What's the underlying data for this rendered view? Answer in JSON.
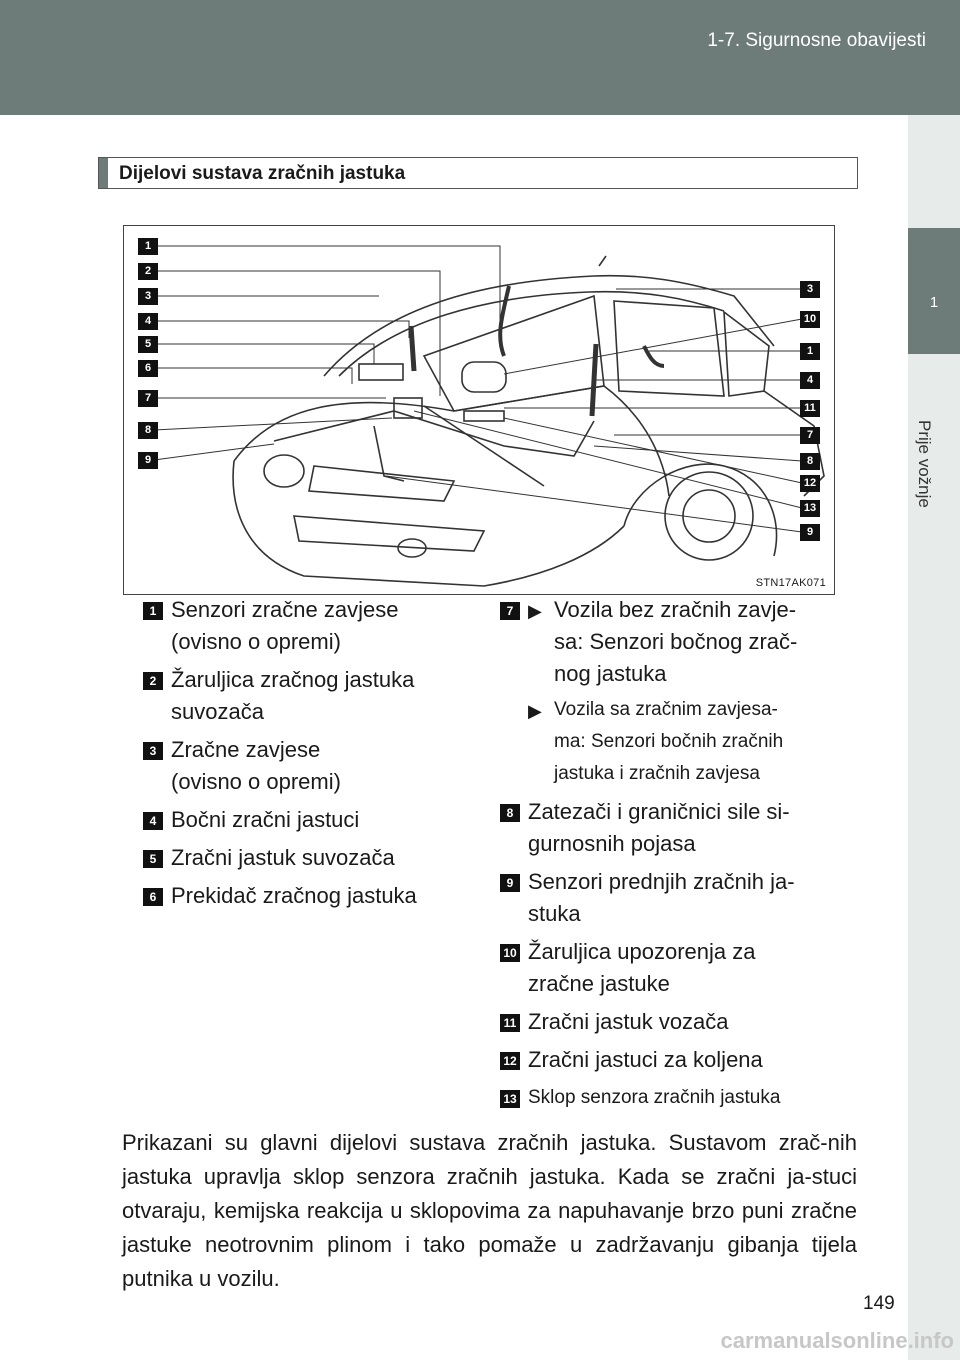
{
  "header": {
    "title": "1-7. Sigurnosne obavijesti"
  },
  "sidetab": {
    "number": "1",
    "label": "Prije vožnje"
  },
  "section": {
    "title": "Dijelovi sustava zračnih jastuka"
  },
  "figure": {
    "code": "STN17AK071",
    "left_callouts": [
      "1",
      "2",
      "3",
      "4",
      "5",
      "6",
      "7",
      "8",
      "9"
    ],
    "right_callouts": [
      "3",
      "10",
      "1",
      "4",
      "11",
      "7",
      "8",
      "12",
      "13",
      "9"
    ]
  },
  "legend_left": [
    {
      "num": "1",
      "text": "Senzori zračne zavjese",
      "text2": "(ovisno o opremi)"
    },
    {
      "num": "2",
      "text": "Žaruljica zračnog jastuka",
      "text2": "suvozača"
    },
    {
      "num": "3",
      "text": "Zračne zavjese",
      "text2": "(ovisno o opremi)"
    },
    {
      "num": "4",
      "text": "Bočni zračni jastuci"
    },
    {
      "num": "5",
      "text": "Zračni jastuk suvozača"
    },
    {
      "num": "6",
      "text": "Prekidač zračnog jastuka"
    }
  ],
  "legend_right": {
    "item7": {
      "num": "7",
      "a1": "Vozila bez zračnih zavje-",
      "a2": "sa: Senzori bočnog zrač-",
      "a3": "nog jastuka",
      "b1": "Vozila sa zračnim zavjesa-",
      "b2": "ma: Senzori bočnih zračnih",
      "b3": "jastuka i zračnih zavjesa"
    },
    "items": [
      {
        "num": "8",
        "text": "Zatezači i graničnici sile si-",
        "text2": "gurnosnih pojasa"
      },
      {
        "num": "9",
        "text": "Senzori prednjih zračnih ja-",
        "text2": "stuka"
      },
      {
        "num": "10",
        "text": "Žaruljica upozorenja za",
        "text2": "zračne jastuke"
      },
      {
        "num": "11",
        "text": "Zračni jastuk vozača"
      },
      {
        "num": "12",
        "text": "Zračni jastuci za koljena"
      },
      {
        "num": "13",
        "text": "Sklop senzora zračnih jastuka"
      }
    ]
  },
  "paragraph": "Prikazani su glavni dijelovi sustava zračnih jastuka. Sustavom zrač-nih jastuka upravlja sklop senzora zračnih jastuka. Kada se zračni ja-stuci otvaraju, kemijska reakcija u sklopovima za napuhavanje brzo puni zračne jastuke neotrovnim plinom i tako pomaže u zadržavanju gibanja tijela putnika u vozilu.",
  "page_number": "149",
  "watermark": "carmanualsonline.info"
}
